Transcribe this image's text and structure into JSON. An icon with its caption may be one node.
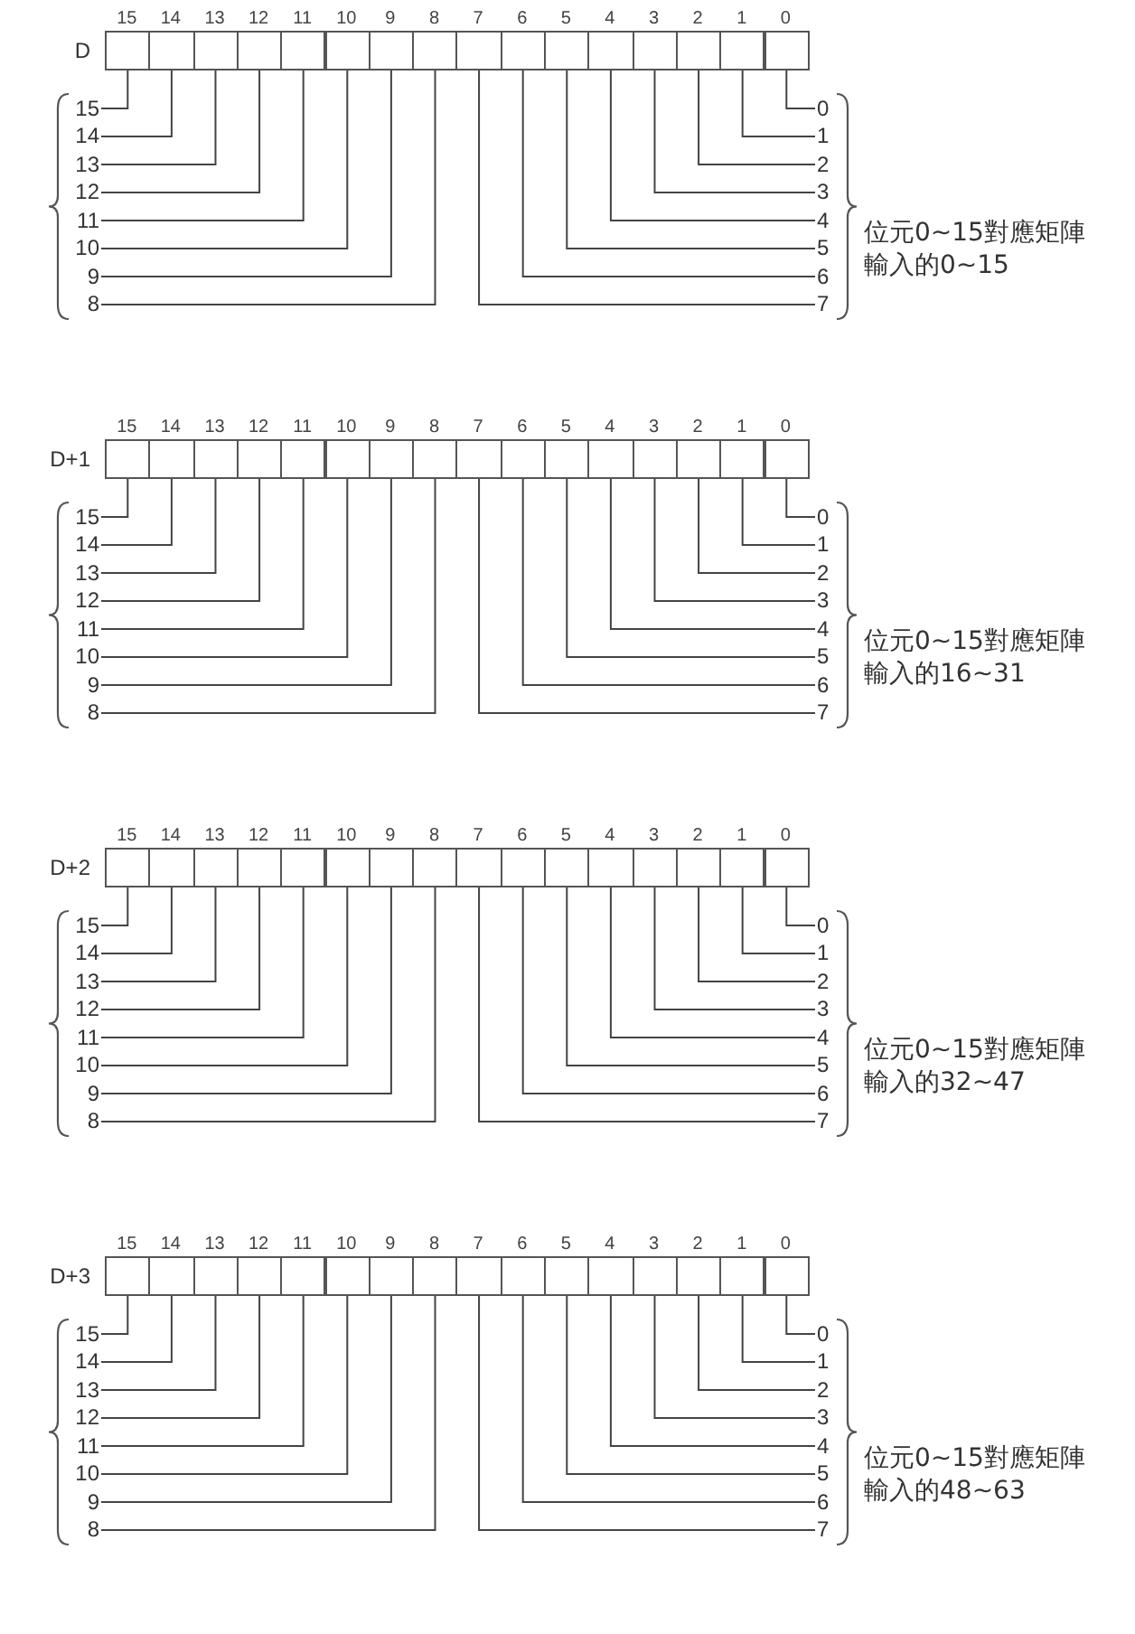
{
  "diagram": {
    "nodes": [
      {
        "text": [],
        "shape": "box",
        "beside": [
          "15"
        ]
      },
      {
        "text": [],
        "shape": "box",
        "beside": [
          "14"
        ]
      },
      {
        "text": [],
        "shape": "box",
        "beside": [
          "13"
        ]
      },
      {
        "text": [],
        "shape": "box",
        "beside": [
          "12"
        ]
      },
      {
        "text": [],
        "shape": "box",
        "beside": [
          "11"
        ]
      },
      {
        "text": [],
        "shape": "box",
        "beside": [
          "10"
        ]
      },
      {
        "text": [],
        "shape": "box",
        "beside": [
          "9"
        ]
      },
      {
        "text": [],
        "shape": "box",
        "beside": [
          "8"
        ]
      },
      {
        "text": [],
        "shape": "box",
        "beside": [
          "7"
        ]
      },
      {
        "text": [],
        "shape": "box",
        "beside": [
          "6"
        ]
      },
      {
        "text": [],
        "shape": "box",
        "beside": [
          "5"
        ]
      },
      {
        "text": [],
        "shape": "box",
        "beside": [
          "4"
        ]
      },
      {
        "text": [],
        "shape": "box",
        "beside": [
          "3"
        ]
      },
      {
        "text": [],
        "shape": "box",
        "beside": [
          "2"
        ]
      },
      {
        "text": [],
        "shape": "box",
        "beside": [
          "1"
        ]
      },
      {
        "text": [],
        "shape": "box",
        "beside": [
          "0"
        ]
      },
      {
        "text": [
          "15"
        ]
      },
      {
        "text": [
          "14"
        ]
      },
      {
        "text": [
          "13"
        ]
      },
      {
        "text": [
          "12"
        ]
      },
      {
        "text": [
          "11"
        ]
      },
      {
        "text": [
          "10"
        ]
      },
      {
        "text": [
          "9"
        ]
      },
      {
        "text": [
          "8"
        ]
      },
      {
        "text": [
          "0"
        ]
      },
      {
        "text": [
          "1"
        ]
      },
      {
        "text": [
          "2"
        ]
      },
      {
        "text": [
          "3"
        ]
      },
      {
        "text": [
          "4"
        ]
      },
      {
        "text": [
          "5"
        ]
      },
      {
        "text": [
          "6"
        ]
      },
      {
        "text": [
          "7"
        ]
      },
      {
        "text": [],
        "shape": "box",
        "beside": [
          "15"
        ]
      },
      {
        "text": [],
        "shape": "box",
        "beside": [
          "14"
        ]
      },
      {
        "text": [],
        "shape": "box",
        "beside": [
          "13"
        ]
      },
      {
        "text": [],
        "shape": "box",
        "beside": [
          "12"
        ]
      },
      {
        "text": [],
        "shape": "box",
        "beside": [
          "11"
        ]
      },
      {
        "text": [],
        "shape": "box",
        "beside": [
          "10"
        ]
      },
      {
        "text": [],
        "shape": "box",
        "beside": [
          "9"
        ]
      },
      {
        "text": [],
        "shape": "box",
        "beside": [
          "8"
        ]
      },
      {
        "text": [],
        "shape": "box",
        "beside": [
          "7"
        ]
      },
      {
        "text": [],
        "shape": "box",
        "beside": [
          "6"
        ]
      },
      {
        "text": [],
        "shape": "box",
        "beside": [
          "5"
        ]
      },
      {
        "text": [],
        "shape": "box",
        "beside": [
          "4"
        ]
      },
      {
        "text": [],
        "shape": "box",
        "beside": [
          "3"
        ]
      },
      {
        "text": [],
        "shape": "box",
        "beside": [
          "2"
        ]
      },
      {
        "text": [],
        "shape": "box",
        "beside": [
          "1"
        ]
      },
      {
        "text": [],
        "shape": "box",
        "beside": [
          "0"
        ]
      },
      {
        "text": [
          "15"
        ]
      },
      {
        "text": [
          "14"
        ]
      },
      {
        "text": [
          "13"
        ]
      },
      {
        "text": [
          "12"
        ]
      },
      {
        "text": [
          "11"
        ]
      },
      {
        "text": [
          "10"
        ]
      },
      {
        "text": [
          "9"
        ]
      },
      {
        "text": [
          "8"
        ]
      },
      {
        "text": [
          "0"
        ]
      },
      {
        "text": [
          "1"
        ]
      },
      {
        "text": [
          "2"
        ]
      },
      {
        "text": [
          "3"
        ]
      },
      {
        "text": [
          "4"
        ]
      },
      {
        "text": [
          "5"
        ]
      },
      {
        "text": [
          "6"
        ]
      },
      {
        "text": [
          "7"
        ]
      },
      {
        "text": [],
        "shape": "box",
        "beside": [
          "15"
        ]
      },
      {
        "text": [],
        "shape": "box",
        "beside": [
          "14"
        ]
      },
      {
        "text": [],
        "shape": "box",
        "beside": [
          "13"
        ]
      },
      {
        "text": [],
        "shape": "box",
        "beside": [
          "12"
        ]
      },
      {
        "text": [],
        "shape": "box",
        "beside": [
          "11"
        ]
      },
      {
        "text": [],
        "shape": "box",
        "beside": [
          "10"
        ]
      },
      {
        "text": [],
        "shape": "box",
        "beside": [
          "9"
        ]
      },
      {
        "text": [],
        "shape": "box",
        "beside": [
          "8"
        ]
      },
      {
        "text": [],
        "shape": "box",
        "beside": [
          "7"
        ]
      },
      {
        "text": [],
        "shape": "box",
        "beside": [
          "6"
        ]
      },
      {
        "text": [],
        "shape": "box",
        "beside": [
          "5"
        ]
      },
      {
        "text": [],
        "shape": "box",
        "beside": [
          "4"
        ]
      },
      {
        "text": [],
        "shape": "box",
        "beside": [
          "3"
        ]
      },
      {
        "text": [],
        "shape": "box",
        "beside": [
          "2"
        ]
      },
      {
        "text": [],
        "shape": "box",
        "beside": [
          "1"
        ]
      },
      {
        "text": [],
        "shape": "box",
        "beside": [
          "0"
        ]
      },
      {
        "text": [
          "15"
        ]
      },
      {
        "text": [
          "14"
        ]
      },
      {
        "text": [
          "13"
        ]
      },
      {
        "text": [
          "12"
        ]
      },
      {
        "text": [
          "11"
        ]
      },
      {
        "text": [
          "10"
        ]
      },
      {
        "text": [
          "9"
        ]
      },
      {
        "text": [
          "8"
        ]
      },
      {
        "text": [
          "0"
        ]
      },
      {
        "text": [
          "1"
        ]
      },
      {
        "text": [
          "2"
        ]
      },
      {
        "text": [
          "3"
        ]
      },
      {
        "text": [
          "4"
        ]
      },
      {
        "text": [
          "5"
        ]
      },
      {
        "text": [
          "6"
        ]
      },
      {
        "text": [
          "7"
        ]
      },
      {
        "text": [],
        "shape": "box",
        "beside": [
          "15"
        ]
      },
      {
        "text": [],
        "shape": "box",
        "beside": [
          "14"
        ]
      },
      {
        "text": [],
        "shape": "box",
        "beside": [
          "13"
        ]
      },
      {
        "text": [],
        "shape": "box",
        "beside": [
          "12"
        ]
      },
      {
        "text": [],
        "shape": "box",
        "beside": [
          "11"
        ]
      },
      {
        "text": [],
        "shape": "box",
        "beside": [
          "10"
        ]
      },
      {
        "text": [],
        "shape": "box",
        "beside": [
          "9"
        ]
      },
      {
        "text": [],
        "shape": "box",
        "beside": [
          "8"
        ]
      },
      {
        "text": [],
        "shape": "box",
        "beside": [
          "7"
        ]
      },
      {
        "text": [],
        "shape": "box",
        "beside": [
          "6"
        ]
      },
      {
        "text": [],
        "shape": "box",
        "beside": [
          "5"
        ]
      },
      {
        "text": [],
        "shape": "box",
        "beside": [
          "4"
        ]
      },
      {
        "text": [],
        "shape": "box",
        "beside": [
          "3"
        ]
      },
      {
        "text": [],
        "shape": "box",
        "beside": [
          "2"
        ]
      },
      {
        "text": [],
        "shape": "box",
        "beside": [
          "1"
        ]
      },
      {
        "text": [],
        "shape": "box",
        "beside": [
          "0"
        ]
      },
      {
        "text": [
          "15"
        ]
      },
      {
        "text": [
          "14"
        ]
      },
      {
        "text": [
          "13"
        ]
      },
      {
        "text": [
          "12"
        ]
      },
      {
        "text": [
          "11"
        ]
      },
      {
        "text": [
          "10"
        ]
      },
      {
        "text": [
          "9"
        ]
      },
      {
        "text": [
          "8"
        ]
      },
      {
        "text": [
          "0"
        ]
      },
      {
        "text": [
          "1"
        ]
      },
      {
        "text": [
          "2"
        ]
      },
      {
        "text": [
          "3"
        ]
      },
      {
        "text": [
          "4"
        ]
      },
      {
        "text": [
          "5"
        ]
      },
      {
        "text": [
          "6"
        ]
      },
      {
        "text": [
          "7"
        ]
      }
    ],
    "edges": [
      {
        "from": 0,
        "to": 16,
        "arrow": "none"
      },
      {
        "from": 1,
        "to": 17,
        "arrow": "none"
      },
      {
        "from": 2,
        "to": 18,
        "arrow": "none"
      },
      {
        "from": 3,
        "to": 19,
        "arrow": "none"
      },
      {
        "from": 4,
        "to": 20,
        "arrow": "none"
      },
      {
        "from": 5,
        "to": 21,
        "arrow": "none"
      },
      {
        "from": 6,
        "to": 22,
        "arrow": "none"
      },
      {
        "from": 7,
        "to": 23,
        "arrow": "none"
      },
      {
        "from": 8,
        "to": 31,
        "arrow": "none"
      },
      {
        "from": 9,
        "to": 30,
        "arrow": "none"
      },
      {
        "from": 10,
        "to": 29,
        "arrow": "none"
      },
      {
        "from": 11,
        "to": 28,
        "arrow": "none"
      },
      {
        "from": 12,
        "to": 27,
        "arrow": "none"
      },
      {
        "from": 13,
        "to": 26,
        "arrow": "none"
      },
      {
        "from": 14,
        "to": 25,
        "arrow": "none"
      },
      {
        "from": 15,
        "to": 24,
        "arrow": "none"
      },
      {
        "from": 32,
        "to": 48,
        "arrow": "none"
      },
      {
        "from": 33,
        "to": 49,
        "arrow": "none"
      },
      {
        "from": 34,
        "to": 50,
        "arrow": "none"
      },
      {
        "from": 35,
        "to": 51,
        "arrow": "none"
      },
      {
        "from": 36,
        "to": 52,
        "arrow": "none"
      },
      {
        "from": 37,
        "to": 53,
        "arrow": "none"
      },
      {
        "from": 38,
        "to": 54,
        "arrow": "none"
      },
      {
        "from": 39,
        "to": 55,
        "arrow": "none"
      },
      {
        "from": 40,
        "to": 63,
        "arrow": "none"
      },
      {
        "from": 41,
        "to": 62,
        "arrow": "none"
      },
      {
        "from": 42,
        "to": 61,
        "arrow": "none"
      },
      {
        "from": 43,
        "to": 60,
        "arrow": "none"
      },
      {
        "from": 44,
        "to": 59,
        "arrow": "none"
      },
      {
        "from": 45,
        "to": 58,
        "arrow": "none"
      },
      {
        "from": 46,
        "to": 57,
        "arrow": "none"
      },
      {
        "from": 47,
        "to": 56,
        "arrow": "none"
      },
      {
        "from": 64,
        "to": 80,
        "arrow": "none"
      },
      {
        "from": 65,
        "to": 81,
        "arrow": "none"
      },
      {
        "from": 66,
        "to": 82,
        "arrow": "none"
      },
      {
        "from": 67,
        "to": 83,
        "arrow": "none"
      },
      {
        "from": 68,
        "to": 84,
        "arrow": "none"
      },
      {
        "from": 69,
        "to": 85,
        "arrow": "none"
      },
      {
        "from": 70,
        "to": 86,
        "arrow": "none"
      },
      {
        "from": 71,
        "to": 87,
        "arrow": "none"
      },
      {
        "from": 72,
        "to": 95,
        "arrow": "none"
      },
      {
        "from": 73,
        "to": 94,
        "arrow": "none"
      },
      {
        "from": 74,
        "to": 93,
        "arrow": "none"
      },
      {
        "from": 75,
        "to": 92,
        "arrow": "none"
      },
      {
        "from": 76,
        "to": 91,
        "arrow": "none"
      },
      {
        "from": 77,
        "to": 90,
        "arrow": "none"
      },
      {
        "from": 78,
        "to": 89,
        "arrow": "none"
      },
      {
        "from": 79,
        "to": 88,
        "arrow": "none"
      },
      {
        "from": 96,
        "to": 112,
        "arrow": "none"
      },
      {
        "from": 97,
        "to": 113,
        "arrow": "none"
      },
      {
        "from": 98,
        "to": 114,
        "arrow": "none"
      },
      {
        "from": 99,
        "to": 115,
        "arrow": "none"
      },
      {
        "from": 100,
        "to": 116,
        "arrow": "none"
      },
      {
        "from": 101,
        "to": 117,
        "arrow": "none"
      },
      {
        "from": 102,
        "to": 118,
        "arrow": "none"
      },
      {
        "from": 103,
        "to": 119,
        "arrow": "none"
      },
      {
        "from": 104,
        "to": 127,
        "arrow": "none"
      },
      {
        "from": 105,
        "to": 126,
        "arrow": "none"
      },
      {
        "from": 106,
        "to": 125,
        "arrow": "none"
      },
      {
        "from": 107,
        "to": 124,
        "arrow": "none"
      },
      {
        "from": 108,
        "to": 123,
        "arrow": "none"
      },
      {
        "from": 109,
        "to": 122,
        "arrow": "none"
      },
      {
        "from": 110,
        "to": 121,
        "arrow": "none"
      },
      {
        "from": 111,
        "to": 120,
        "arrow": "none"
      }
    ],
    "labels": [
      "D",
      "位元0~15對應矩陣輸入的0~15",
      "D+1",
      "位元0~15對應矩陣輸入的16~31",
      "D+2",
      "位元0~15對應矩陣輸入的32~47",
      "D+3",
      "位元0~15對應矩陣輸入的48~63"
    ]
  }
}
